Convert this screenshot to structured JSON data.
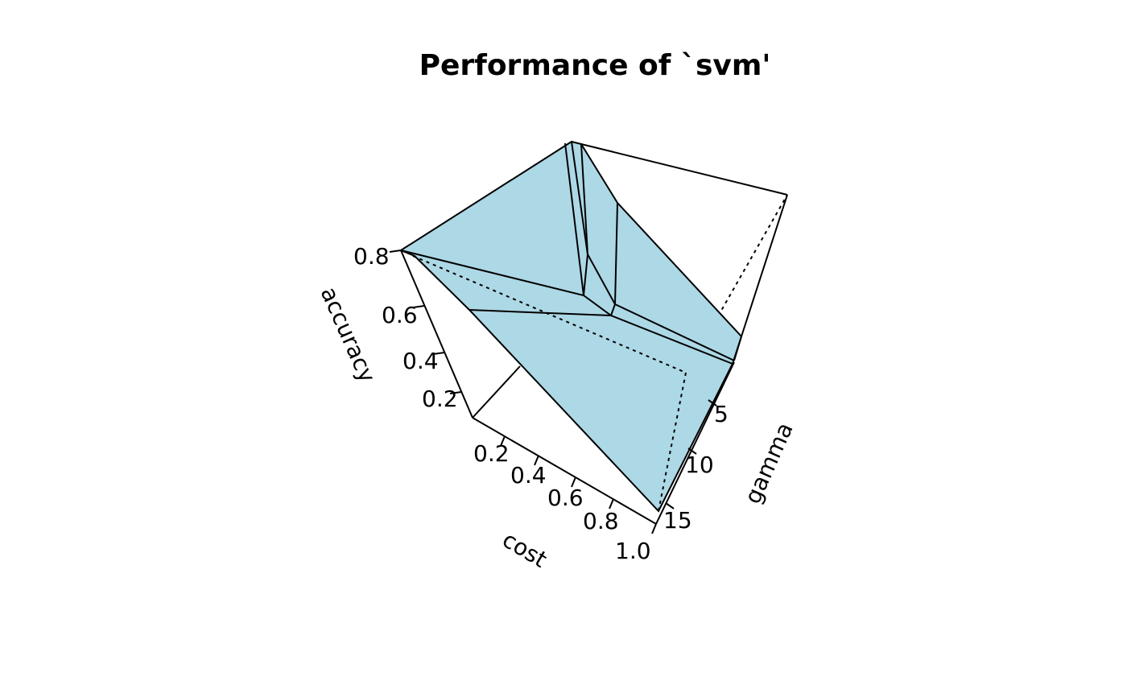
{
  "chart_data": {
    "type": "surface3d",
    "title": "Performance of `svm'",
    "xlabel": "cost",
    "ylabel": "gamma",
    "zlabel": "accuracy",
    "x_ticks": [
      "0.2",
      "0.4",
      "0.6",
      "0.8",
      "1.0"
    ],
    "y_ticks": [
      "5",
      "10",
      "15"
    ],
    "z_ticks": [
      "0.2",
      "0.4",
      "0.6",
      "0.8"
    ],
    "surface_color": "#add8e6",
    "grid": false
  }
}
